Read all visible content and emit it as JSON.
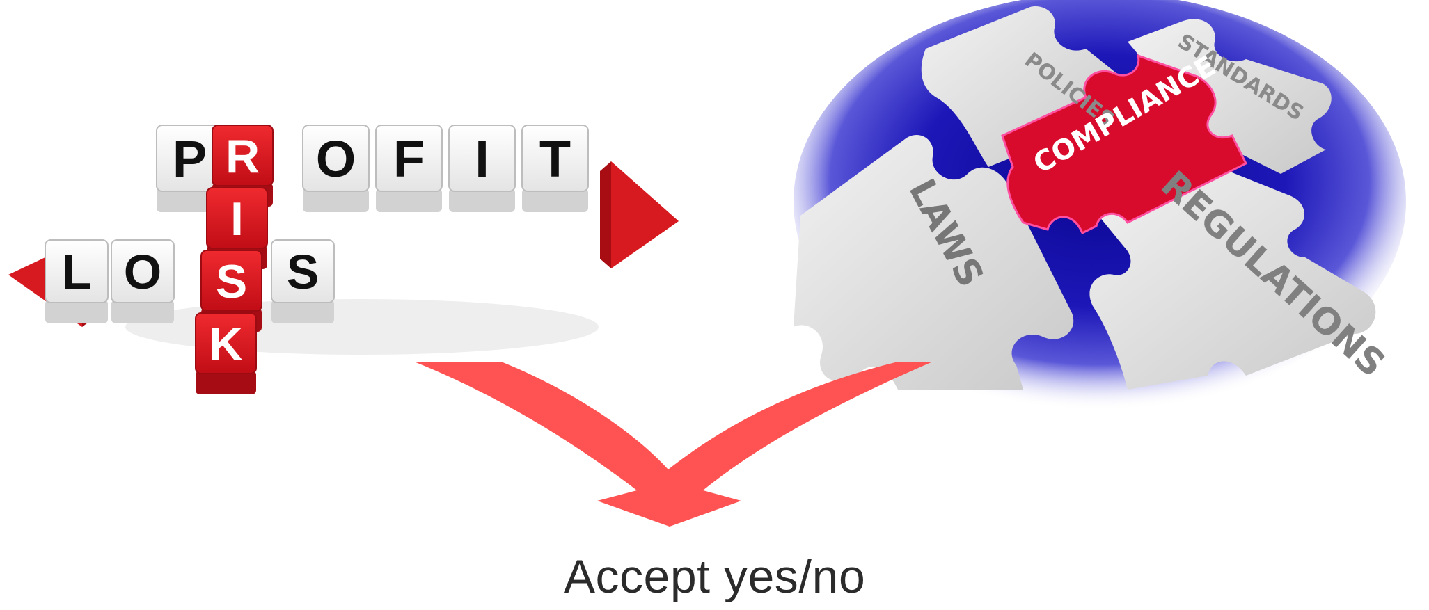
{
  "left_image": {
    "horizontal_word": "PROFIT",
    "horizontal_letters": [
      "P",
      "R",
      "O",
      "F",
      "I",
      "T"
    ],
    "left_word": "LOSS",
    "left_letters": [
      "L",
      "O",
      "S",
      "S"
    ],
    "vertical_word": "RISK",
    "vertical_letters": [
      "R",
      "I",
      "S",
      "K"
    ]
  },
  "right_image": {
    "labels": {
      "policies": "POLICIES",
      "standards": "STANDARDS",
      "compliance": "COMPLIANCE",
      "laws": "LAWS",
      "regulations": "REGULATIONS"
    }
  },
  "arrow": {
    "color": "#ff5252"
  },
  "caption": "Accept yes/no",
  "colors": {
    "cube_red": "#d8121c",
    "cube_white": "#f7f7f7",
    "puzzle_blue": "#1d17b8",
    "puzzle_grey": "#d6d6d6",
    "puzzle_red": "#d90b2c"
  }
}
